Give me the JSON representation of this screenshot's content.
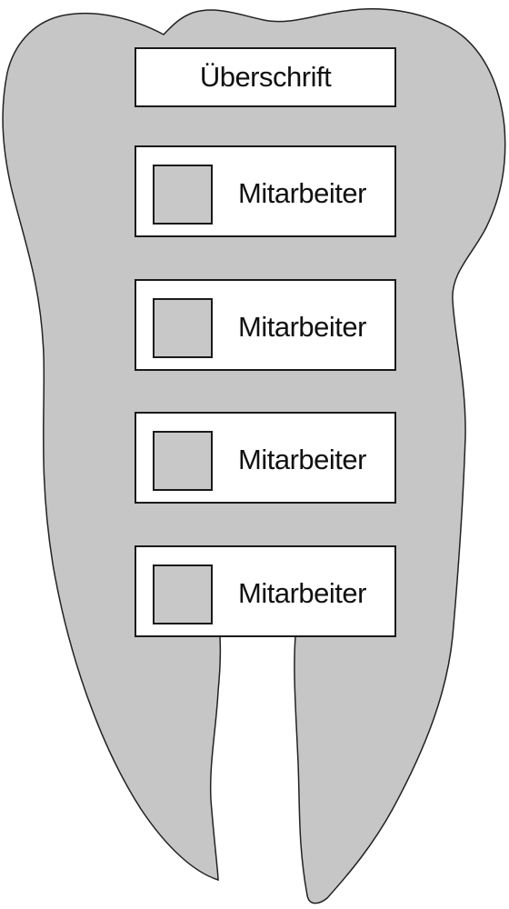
{
  "colors": {
    "tooth_fill": "#c6c6c6",
    "tooth_stroke": "#222222",
    "box_fill": "#ffffff",
    "checkbox_fill": "#c8c8c8"
  },
  "heading": {
    "label": "Überschrift"
  },
  "employees": [
    {
      "label": "Mitarbeiter",
      "icon": "checkbox-square-icon"
    },
    {
      "label": "Mitarbeiter",
      "icon": "checkbox-square-icon"
    },
    {
      "label": "Mitarbeiter",
      "icon": "checkbox-square-icon"
    },
    {
      "label": "Mitarbeiter",
      "icon": "checkbox-square-icon"
    }
  ]
}
